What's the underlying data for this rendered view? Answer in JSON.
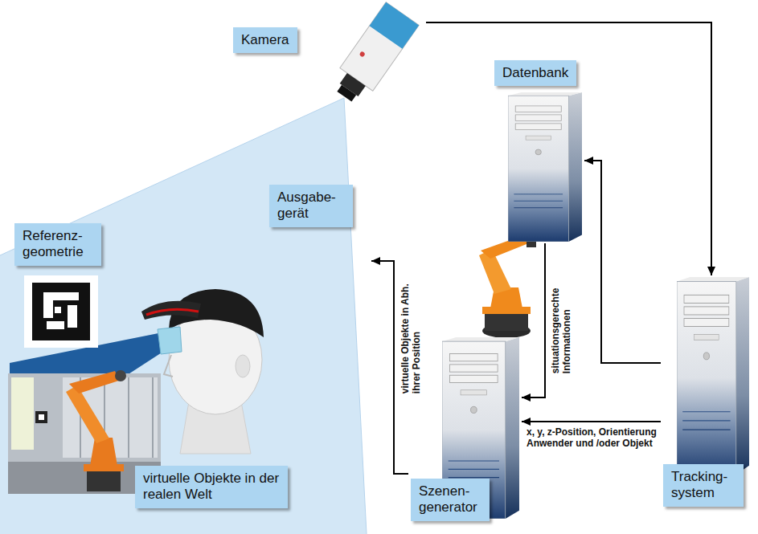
{
  "diagram": {
    "nodes": [
      {
        "text": [
          "Kamera"
        ]
      },
      {
        "text": [
          "Datenbank"
        ]
      },
      {
        "text": [
          "Tracking-system"
        ]
      },
      {
        "text": [
          "Szenen-generator"
        ]
      },
      {
        "text": [
          "Ausgabe-gerät"
        ]
      },
      {
        "text": [
          "Referenz-geometrie"
        ]
      },
      {
        "text": [
          "virtuelle Objekte in der realen Welt"
        ]
      }
    ],
    "edges": [
      {
        "from": 0,
        "to": 2,
        "arrow": "to"
      },
      {
        "from": 2,
        "to": 1,
        "arrow": "to"
      },
      {
        "from": 1,
        "to": 3,
        "label": "situationsgerechte Informationen",
        "arrow": "to"
      },
      {
        "from": 2,
        "to": 3,
        "label": "x, y, z-Position, Orientierung Anwender und /oder Objekt",
        "arrow": "to"
      },
      {
        "from": 3,
        "to": 4,
        "label": "virtuelle Objekte in Abh. ihrer Position",
        "arrow": "to"
      }
    ]
  }
}
